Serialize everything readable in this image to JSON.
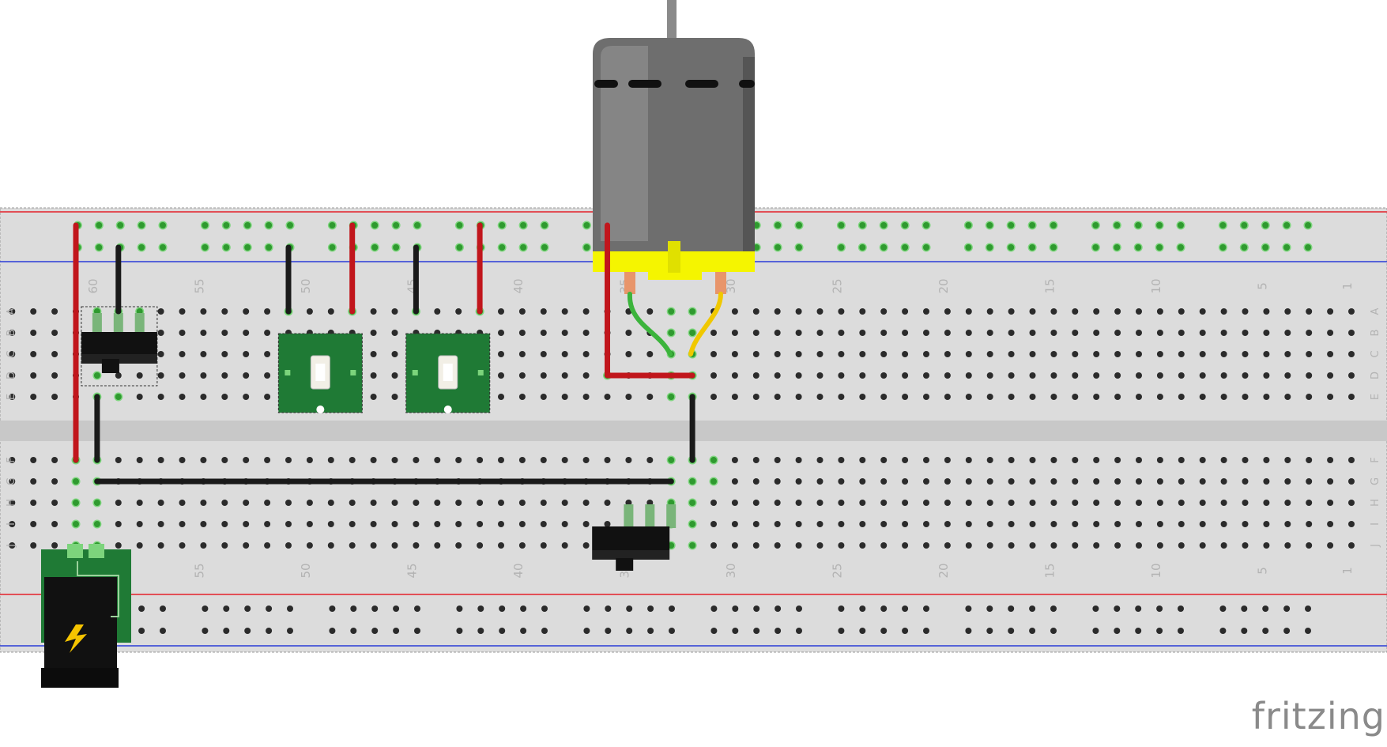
{
  "logo_text": "fritzing",
  "breadboard": {
    "columns": 64,
    "column_labels": [
      "1",
      "5",
      "10",
      "15",
      "20",
      "25",
      "30",
      "35",
      "40",
      "45",
      "50",
      "55",
      "60"
    ],
    "row_labels_top": [
      "A",
      "B",
      "C",
      "D",
      "E"
    ],
    "row_labels_bottom": [
      "F",
      "G",
      "H",
      "I",
      "J"
    ]
  },
  "colors": {
    "board": "#dcdcdc",
    "channel": "#c8c8c8",
    "rail_red": "#e3202a",
    "rail_blue": "#2a3bd6",
    "hole": "#2b2b2b",
    "connected": "#5fd35f",
    "wire_red": "#c1161c",
    "wire_black": "#1a1a1a",
    "led_board": "#1f7a35",
    "motor_body": "#6e6e6e",
    "motor_cap": "#f5f500",
    "wire_green": "#3cb43c",
    "wire_yellow": "#f0c800"
  },
  "components": {
    "motor": "dc-motor",
    "leds": [
      "led-module-1",
      "led-module-2"
    ],
    "switches": [
      "slide-switch-1",
      "slide-switch-2"
    ],
    "power": "dc-barrel-jack"
  }
}
